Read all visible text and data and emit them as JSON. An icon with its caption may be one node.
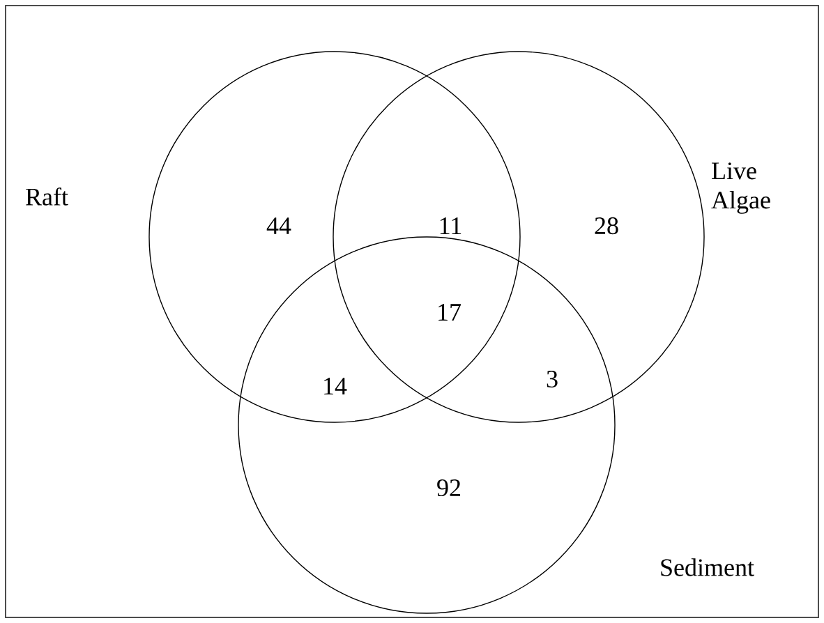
{
  "diagram": {
    "nodes": [
      {
        "text": [
          "Raft"
        ]
      },
      {
        "text": [
          "Live Algae"
        ]
      },
      {
        "text": [
          "Sediment"
        ]
      }
    ],
    "labels": [
      "44",
      "11",
      "28",
      "17",
      "14",
      "3",
      "92"
    ]
  }
}
